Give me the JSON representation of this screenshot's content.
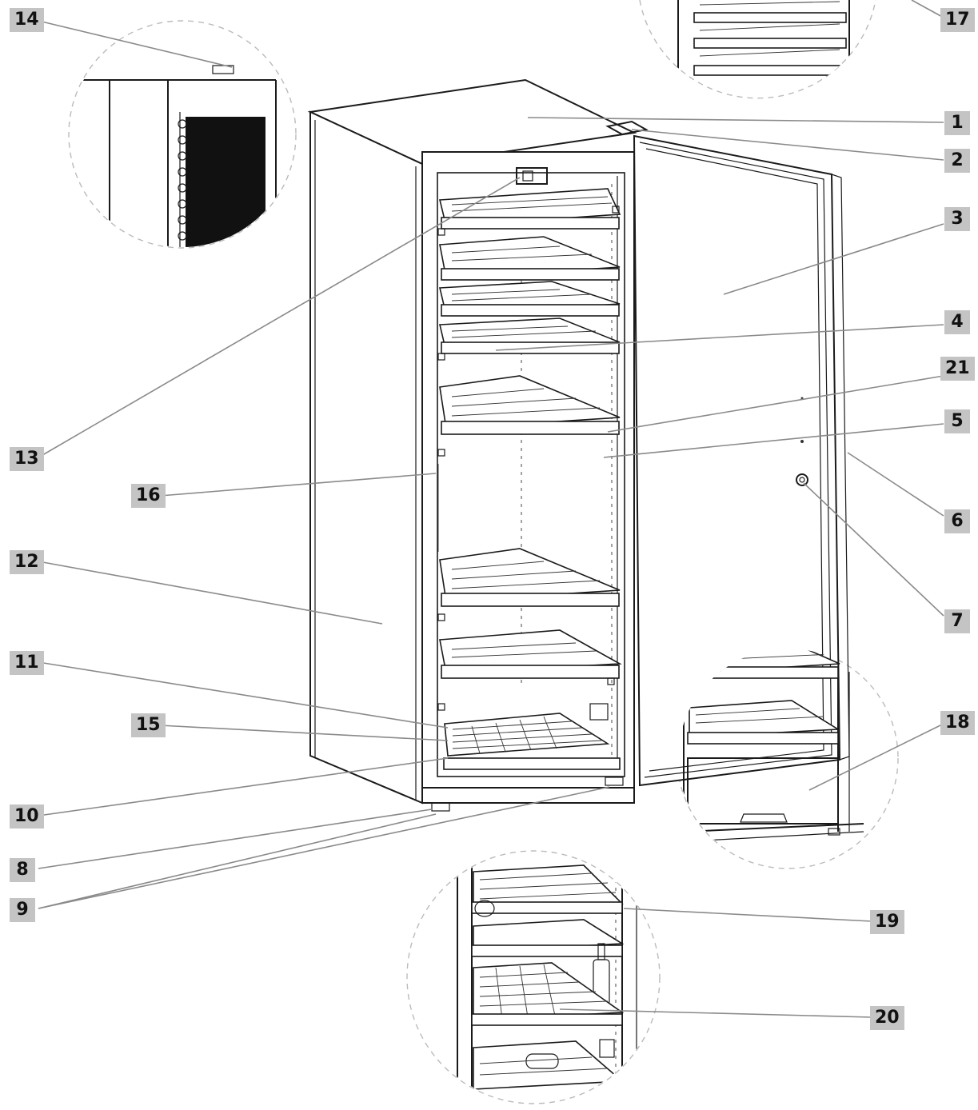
{
  "callouts": [
    {
      "id": "c1",
      "label": "1"
    },
    {
      "id": "c2",
      "label": "2"
    },
    {
      "id": "c3",
      "label": "3"
    },
    {
      "id": "c4",
      "label": "4"
    },
    {
      "id": "c5",
      "label": "5"
    },
    {
      "id": "c6",
      "label": "6"
    },
    {
      "id": "c7",
      "label": "7"
    },
    {
      "id": "c8",
      "label": "8"
    },
    {
      "id": "c9",
      "label": "9"
    },
    {
      "id": "c10",
      "label": "10"
    },
    {
      "id": "c11",
      "label": "11"
    },
    {
      "id": "c12",
      "label": "12"
    },
    {
      "id": "c13",
      "label": "13"
    },
    {
      "id": "c14",
      "label": "14"
    },
    {
      "id": "c15",
      "label": "15"
    },
    {
      "id": "c16",
      "label": "16"
    },
    {
      "id": "c17",
      "label": "17"
    },
    {
      "id": "c18",
      "label": "18"
    },
    {
      "id": "c19",
      "label": "19"
    },
    {
      "id": "c20",
      "label": "20"
    },
    {
      "id": "c21",
      "label": "21"
    }
  ],
  "colors": {
    "label_bg": "#c4c4c4",
    "line": "#8a8a8a",
    "ink": "#1a1a1a"
  }
}
